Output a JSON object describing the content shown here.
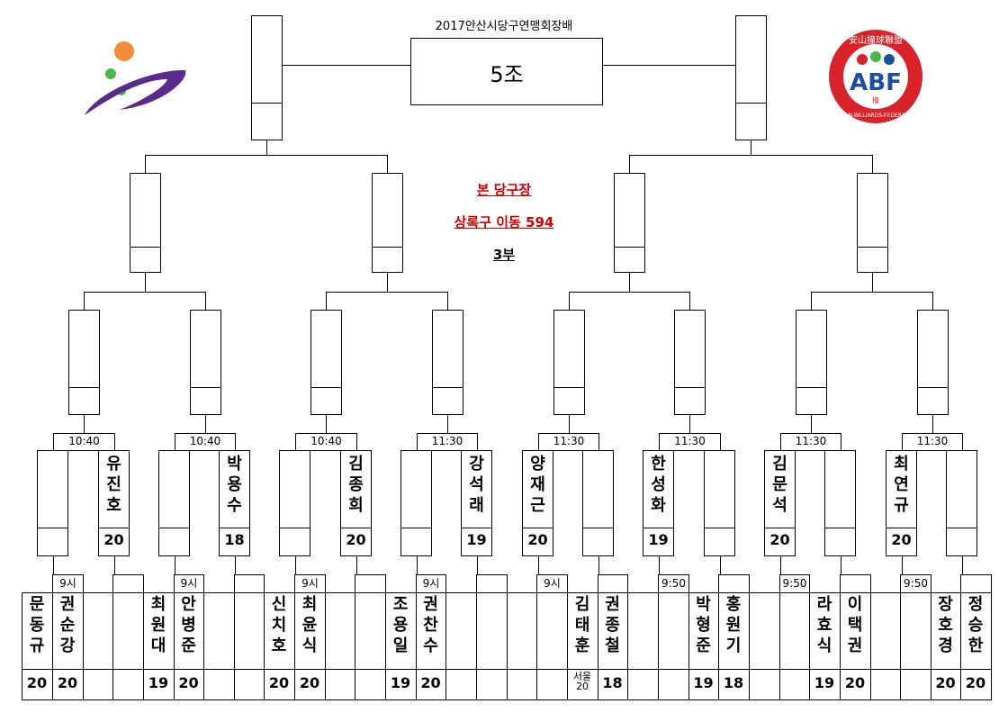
{
  "header": {
    "title": "2017안산시당구연맹회장배",
    "group": "5조",
    "venue_name": "본 당구장",
    "venue_address": "상록구 이동 594",
    "division": "3부"
  },
  "colors": {
    "venue_text": "#cc0000",
    "logo_orange": "#f08c3a",
    "logo_green": "#4bb749",
    "logo_purple": "#5a2a8c",
    "abf_red": "#d8232a",
    "abf_blue": "#1d4fa0"
  },
  "logos": {
    "left": "city-logo-icon",
    "right": "abf-logo-icon",
    "abf_letters": "ABF",
    "abf_ring_text": "ANSAN-BILLIARDS-FEDERATION",
    "abf_top_text": "安山撞球聯盟",
    "abf_center_glyph": "撞"
  },
  "r2_times": [
    "10:40",
    "10:40",
    "10:40",
    "11:30",
    "11:30",
    "11:30",
    "11:30",
    "11:30"
  ],
  "seeds": [
    {
      "name": "유진호",
      "score": "20"
    },
    {
      "name": "박용수",
      "score": "18"
    },
    {
      "name": "김종희",
      "score": "20"
    },
    {
      "name": "강석래",
      "score": "19"
    },
    {
      "name": "양재근",
      "score": "20"
    },
    {
      "name": "한성화",
      "score": "19"
    },
    {
      "name": "김문석",
      "score": "20"
    },
    {
      "name": "최연규",
      "score": "20"
    }
  ],
  "r1_times": [
    "9시",
    "9시",
    "9시",
    "9시",
    "9시",
    "9:50",
    "9:50",
    "9:50"
  ],
  "r1": [
    {
      "name": "문동규",
      "score": "20"
    },
    {
      "name": "권순강",
      "score": "20"
    },
    {
      "name": "최원대",
      "score": "19"
    },
    {
      "name": "안병준",
      "score": "20"
    },
    {
      "name": "신치호",
      "score": "20"
    },
    {
      "name": "최윤식",
      "score": "20"
    },
    {
      "name": "조용일",
      "score": "19"
    },
    {
      "name": "권찬수",
      "score": "20"
    },
    {
      "name": "김태훈",
      "score": "20",
      "note": "서울"
    },
    {
      "name": "권종철",
      "score": "18"
    },
    {
      "name": "박형준",
      "score": "19"
    },
    {
      "name": "홍원기",
      "score": "18"
    },
    {
      "name": "라효식",
      "score": "19"
    },
    {
      "name": "이택권",
      "score": "20"
    },
    {
      "name": "장호경",
      "score": "20"
    },
    {
      "name": "정승한",
      "score": "20"
    }
  ]
}
